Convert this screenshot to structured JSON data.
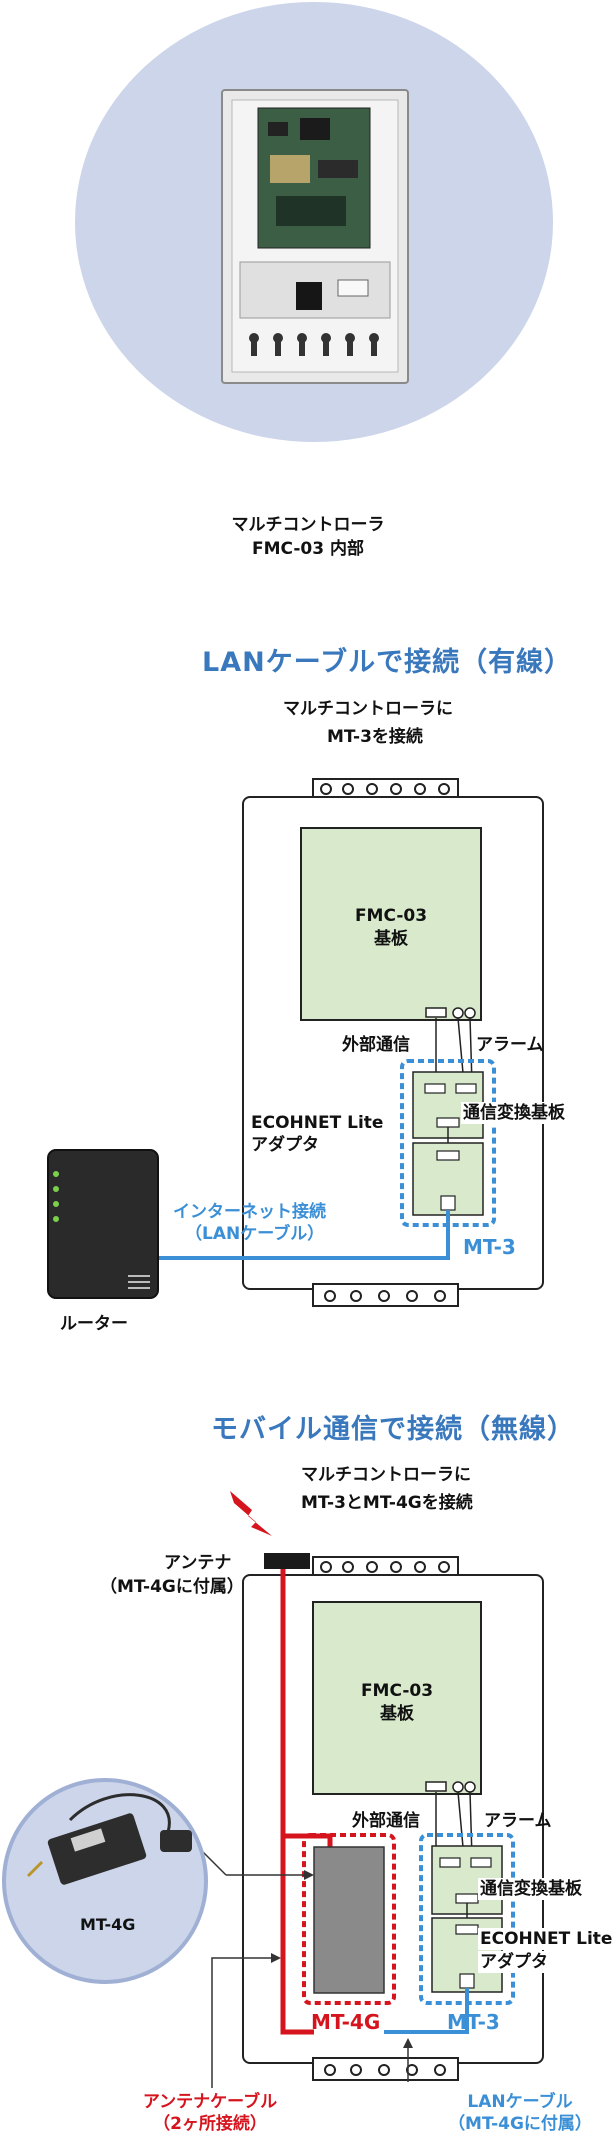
{
  "top": {
    "caption_line1": "マルチコントローラ",
    "caption_line2": "FMC-03 内部"
  },
  "wired": {
    "title": "LANケーブルで接続（有線）",
    "subtitle_line1": "マルチコントローラに",
    "subtitle_line2": "MT-3を接続",
    "board_line1": "FMC-03",
    "board_line2": "基板",
    "external_comm": "外部通信",
    "alarm": "アラーム",
    "ecohnet_line1": "ECOHNET Lite",
    "ecohnet_line2": "アダプタ",
    "converter_board": "通信変換基板",
    "internet_line1": "インターネット接続",
    "internet_line2": "（LANケーブル）",
    "mt3": "MT-3",
    "router": "ルーター"
  },
  "mobile": {
    "title": "モバイル通信で接続（無線）",
    "subtitle_line1": "マルチコントローラに",
    "subtitle_line2": "MT-3とMT-4Gを接続",
    "antenna_line1": "アンテナ",
    "antenna_line2": "（MT-4Gに付属）",
    "board_line1": "FMC-03",
    "board_line2": "基板",
    "external_comm": "外部通信",
    "alarm": "アラーム",
    "converter_board": "通信変換基板",
    "ecohnet_line1": "ECOHNET Lite",
    "ecohnet_line2": "アダプタ",
    "mt4g_photo_label": "MT-4G",
    "mt4g": "MT-4G",
    "mt3": "MT-3",
    "antenna_cable_line1": "アンテナケーブル",
    "antenna_cable_line2": "（2ヶ所接続）",
    "lan_cable_line1": "LANケーブル",
    "lan_cable_line2": "（MT-4Gに付属）"
  },
  "colors": {
    "title_blue": "#3a78bd",
    "lan_blue": "#3a8fd6",
    "antenna_red": "#d6141e",
    "board_green": "#d8e9cc",
    "photo_circle": "#ccd5ea"
  }
}
